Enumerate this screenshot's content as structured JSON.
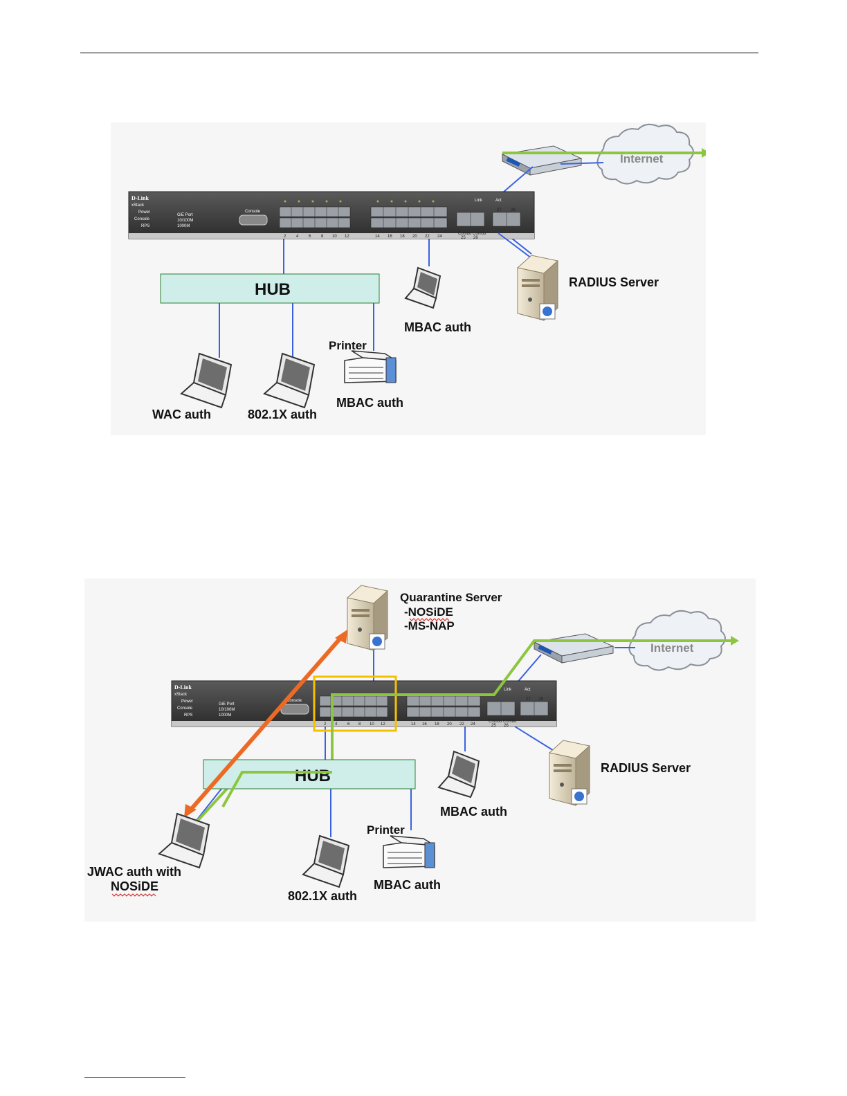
{
  "diagram1": {
    "internet": "Internet",
    "hub": "HUB",
    "radius_server": "RADIUS Server",
    "laptop_wac": "WAC auth",
    "laptop_8021x": "802.1X auth",
    "printer_label": "Printer",
    "printer_auth": "MBAC auth",
    "laptop_mbac": "MBAC auth"
  },
  "diagram2": {
    "internet": "Internet",
    "hub": "HUB",
    "radius_server": "RADIUS Server",
    "quarantine_title": "Quarantine Server",
    "quarantine_item1": "-NOSiDE",
    "quarantine_item2": "-MS-NAP",
    "laptop_jwac_line1": "JWAC auth with",
    "laptop_jwac_line2": "NOSiDE",
    "laptop_8021x": "802.1X auth",
    "printer_label": "Printer",
    "printer_auth": "MBAC auth",
    "laptop_mbac": "MBAC auth"
  },
  "switch": {
    "brand": "D-Link",
    "stack": "xStack",
    "power": "Power",
    "console": "Console",
    "rps": "RPS",
    "gie_port": "GiE Port",
    "speed1": "10/100M",
    "speed2": "1000M",
    "console_port": "Console",
    "link": "Link",
    "act": "Act",
    "port_numbers": [
      "2",
      "4",
      "6",
      "8",
      "10",
      "12",
      "14",
      "16",
      "18",
      "20",
      "22",
      "24"
    ],
    "combo_label": "Combo Combo",
    "combo_nums": [
      "25",
      "26"
    ],
    "sfp_nums": [
      "27",
      "28"
    ]
  },
  "colors": {
    "blue_link": "#3a62e0",
    "green_path": "#8cc63f",
    "orange_arrow": "#ec6a24",
    "hub_fill": "#cfeee9",
    "hub_border": "#2e7d32",
    "highlight": "#f5c000"
  }
}
